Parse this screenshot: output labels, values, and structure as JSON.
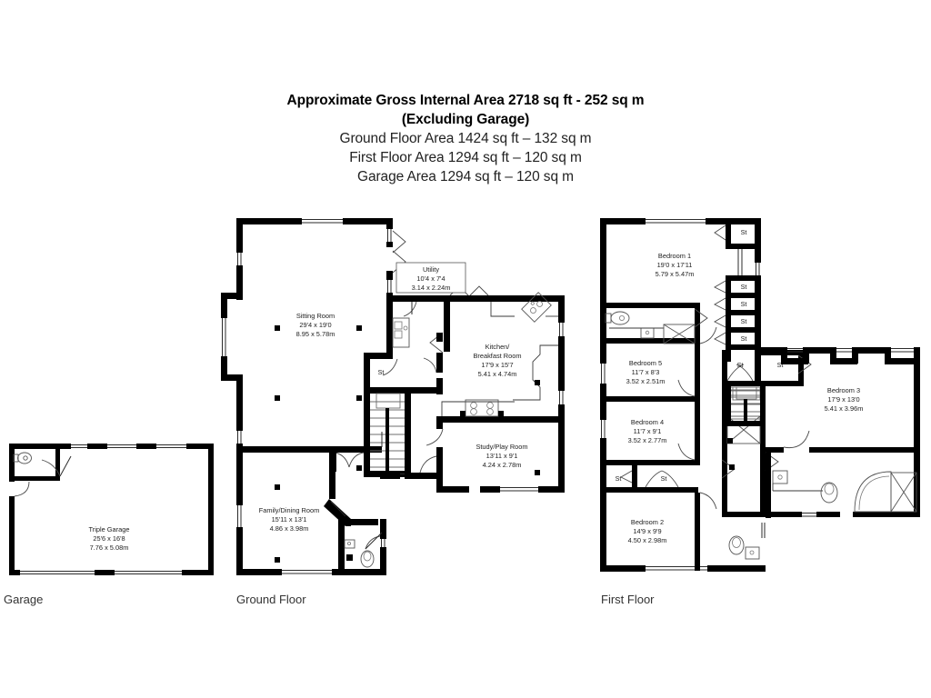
{
  "header": {
    "line1": "Approximate Gross Internal Area 2718 sq ft - 252 sq m",
    "line2": "(Excluding Garage)",
    "line3": "Ground Floor Area 1424 sq ft – 132 sq m",
    "line4": "First Floor Area 1294 sq ft – 120 sq m",
    "line5": "Garage Area 1294 sq ft – 120 sq m"
  },
  "captions": {
    "garage": "Garage",
    "ground_floor": "Ground Floor",
    "first_floor": "First Floor"
  },
  "garage_plan": {
    "rooms": [
      {
        "name": "Triple Garage",
        "imperial": "25'6 x 16'8",
        "metric": "7.76 x 5.08m"
      }
    ]
  },
  "ground_plan": {
    "rooms": [
      {
        "name": "Sitting Room",
        "imperial": "29'4 x 19'0",
        "metric": "8.95 x 5.78m"
      },
      {
        "name": "Utility",
        "imperial": "10'4 x 7'4",
        "metric": "3.14 x 2.24m"
      },
      {
        "name_line1": "Kitchen/",
        "name_line2": "Breakfast Room",
        "imperial": "17'9 x 15'7",
        "metric": "5.41 x 4.74m"
      },
      {
        "name": "Study/Play Room",
        "imperial": "13'11 x 9'1",
        "metric": "4.24 x 2.78m"
      },
      {
        "name": "Family/Dining Room",
        "imperial": "15'11 x 13'1",
        "metric": "4.86 x 3.98m"
      }
    ],
    "storage_labels": [
      "St"
    ]
  },
  "first_plan": {
    "rooms": [
      {
        "name": "Bedroom 1",
        "imperial": "19'0 x 17'11",
        "metric": "5.79 x 5.47m"
      },
      {
        "name": "Bedroom 5",
        "imperial": "11'7 x 8'3",
        "metric": "3.52 x 2.51m"
      },
      {
        "name": "Bedroom 4",
        "imperial": "11'7 x 9'1",
        "metric": "3.52 x 2.77m"
      },
      {
        "name": "Bedroom 2",
        "imperial": "14'9 x 9'9",
        "metric": "4.50 x 2.98m"
      },
      {
        "name": "Bedroom 3",
        "imperial": "17'9 x 13'0",
        "metric": "5.41 x 3.96m"
      }
    ],
    "storage_labels": [
      "St",
      "St",
      "St",
      "St",
      "St",
      "St",
      "St",
      "St"
    ]
  },
  "colors": {
    "wall": "#000000",
    "background": "#ffffff",
    "text": "#1d1d1d",
    "fixture_stroke": "#555555"
  }
}
